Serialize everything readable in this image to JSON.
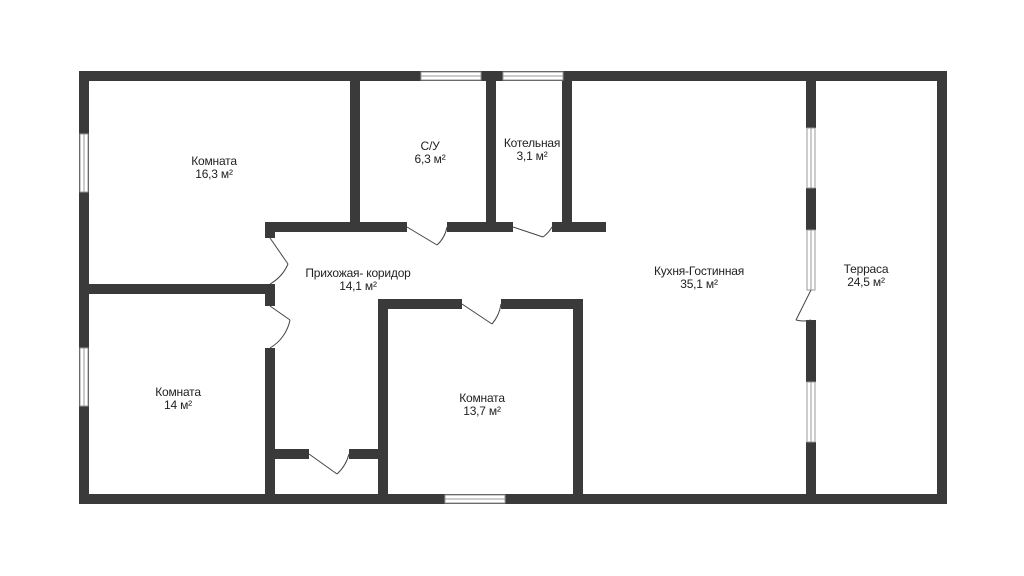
{
  "colors": {
    "wall": "#3a3a3a",
    "background": "#ffffff",
    "text": "#222222",
    "window": "#9a9a9a"
  },
  "rooms": {
    "bedroom_top_left": {
      "name": "Комната",
      "area": "16,3 м²"
    },
    "bathroom": {
      "name": "С/У",
      "area": "6,3 м²"
    },
    "boiler_room": {
      "name": "Котельная",
      "area": "3,1 м²"
    },
    "hallway": {
      "name": "Прихожая- коридор",
      "area": "14,1 м²"
    },
    "kitchen_living": {
      "name": "Кухня-Гостинная",
      "area": "35,1 м²"
    },
    "terrace": {
      "name": "Терраса",
      "area": "24,5 м²"
    },
    "bedroom_bottom_left": {
      "name": "Комната",
      "area": "14 м²"
    },
    "bedroom_center": {
      "name": "Комната",
      "area": "13,7 м²"
    }
  }
}
